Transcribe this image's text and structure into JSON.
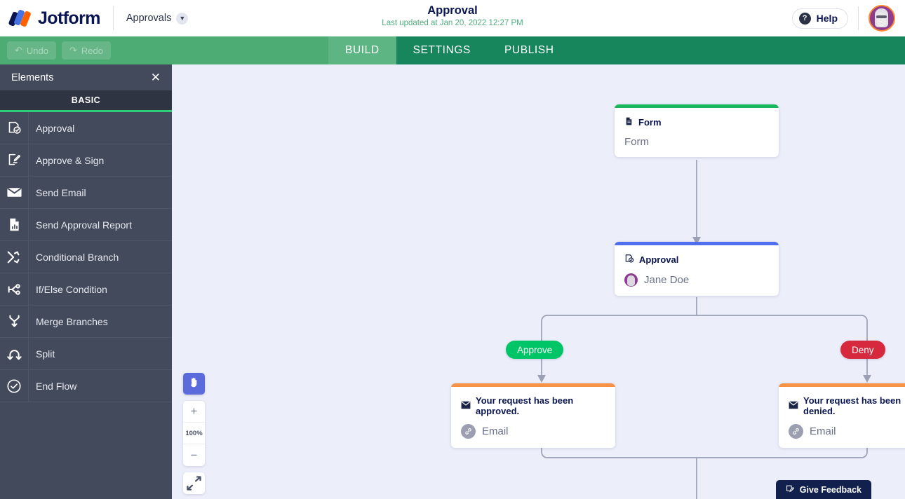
{
  "header": {
    "brand_name": "Jotform",
    "product_menu": "Approvals",
    "chevron_icon": "chevron-down-icon",
    "title": "Approval",
    "subtitle": "Last updated at Jan 20, 2022 12:27 PM",
    "help_label": "Help",
    "help_icon": "question-mark-icon",
    "avatar_icon": "user-avatar"
  },
  "toolbar": {
    "undo_label": "Undo",
    "redo_label": "Redo",
    "undo_icon": "undo-arrow-icon",
    "redo_icon": "redo-arrow-icon",
    "tabs": [
      {
        "label": "BUILD",
        "active": true
      },
      {
        "label": "SETTINGS",
        "active": false
      },
      {
        "label": "PUBLISH",
        "active": false
      }
    ]
  },
  "sidebar": {
    "title": "Elements",
    "close_icon": "close-icon",
    "category_tab": "BASIC",
    "items": [
      {
        "label": "Approval",
        "icon": "approval-document-icon"
      },
      {
        "label": "Approve & Sign",
        "icon": "approve-sign-icon"
      },
      {
        "label": "Send Email",
        "icon": "envelope-icon"
      },
      {
        "label": "Send Approval Report",
        "icon": "report-chart-icon"
      },
      {
        "label": "Conditional Branch",
        "icon": "shuffle-arrows-icon"
      },
      {
        "label": "If/Else Condition",
        "icon": "if-else-branch-icon"
      },
      {
        "label": "Merge Branches",
        "icon": "merge-branches-icon"
      },
      {
        "label": "Split",
        "icon": "split-icon"
      },
      {
        "label": "End Flow",
        "icon": "check-circle-icon"
      }
    ]
  },
  "canvas": {
    "nodes": [
      {
        "id": "form",
        "bar_color": "#19b85f",
        "head_label": "Form",
        "head_icon": "document-icon",
        "sub_label": "Form",
        "sub_icon": "none"
      },
      {
        "id": "approval",
        "bar_color": "#4f6ef0",
        "head_label": "Approval",
        "head_icon": "approval-document-icon",
        "sub_label": "Jane Doe",
        "sub_icon": "assignee-avatar"
      },
      {
        "id": "email-approved",
        "bar_color": "#f79244",
        "head_label": "Your request has been approved.",
        "head_icon": "envelope-icon",
        "sub_label": "Email",
        "sub_icon": "link-icon"
      },
      {
        "id": "email-denied",
        "bar_color": "#f79244",
        "head_label": "Your request has been denied.",
        "head_icon": "envelope-icon",
        "sub_label": "Email",
        "sub_icon": "link-icon"
      }
    ],
    "branch_labels": [
      {
        "label": "Approve",
        "color": "#00c566"
      },
      {
        "label": "Deny",
        "color": "#d6293e"
      }
    ]
  },
  "zoom_controls": {
    "pan_icon": "hand-pan-icon",
    "zoom_in_label": "+",
    "zoom_level": "100%",
    "zoom_out_label": "−",
    "fit_icon": "fit-to-screen-icon"
  },
  "feedback": {
    "label": "Give Feedback",
    "icon": "feedback-pencil-icon"
  }
}
